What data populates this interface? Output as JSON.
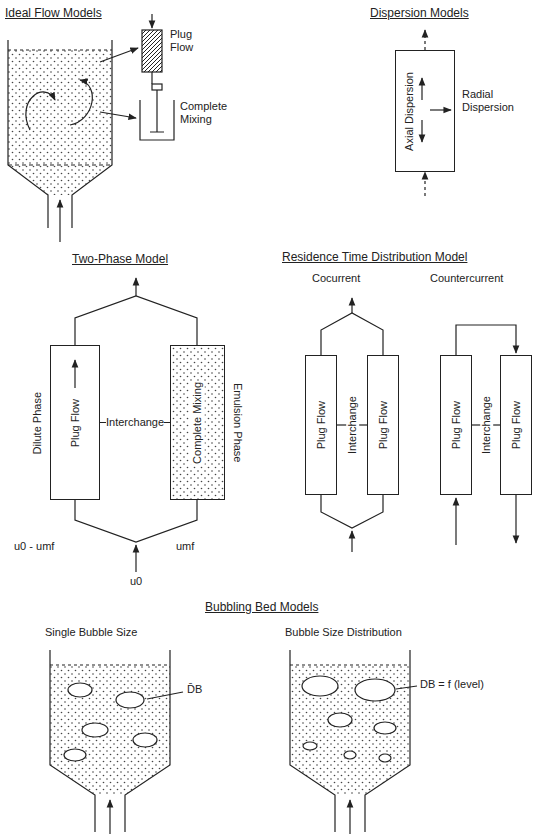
{
  "diagram": {
    "nodes": [
      {
        "text": [
          "Axial Dispersion"
        ]
      },
      {
        "text": [
          "Dilute Phase",
          "Plug Flow"
        ]
      },
      {
        "text": [
          "Complete Mixing",
          "Emulsion Phase"
        ]
      },
      {
        "text": [
          "Plug Flow"
        ]
      },
      {
        "text": [
          "Plug Flow"
        ]
      },
      {
        "text": [
          "Plug Flow"
        ]
      },
      {
        "text": [
          "Plug Flow"
        ]
      }
    ],
    "edges": [
      {
        "from": 1,
        "to": 2,
        "label": "Interchange",
        "arrow": "none"
      },
      {
        "from": 3,
        "to": 4,
        "label": "Interchange",
        "arrow": "none"
      },
      {
        "from": 5,
        "to": 6,
        "label": "Interchange",
        "arrow": "none"
      }
    ],
    "labels": [
      "Ideal Flow Models",
      "Plug Flow",
      "Complete Mixing",
      "Dispersion Models",
      "Radial Dispersion",
      "Two-Phase Model",
      "u0 - umf",
      "umf",
      "u0",
      "Residence Time Distribution Model",
      "Cocurrent",
      "Countercurrent",
      "Bubbling Bed Models",
      "Single Bubble Size",
      "Bubble Size Distribution",
      "D̄B",
      "DB = f (level)"
    ]
  }
}
